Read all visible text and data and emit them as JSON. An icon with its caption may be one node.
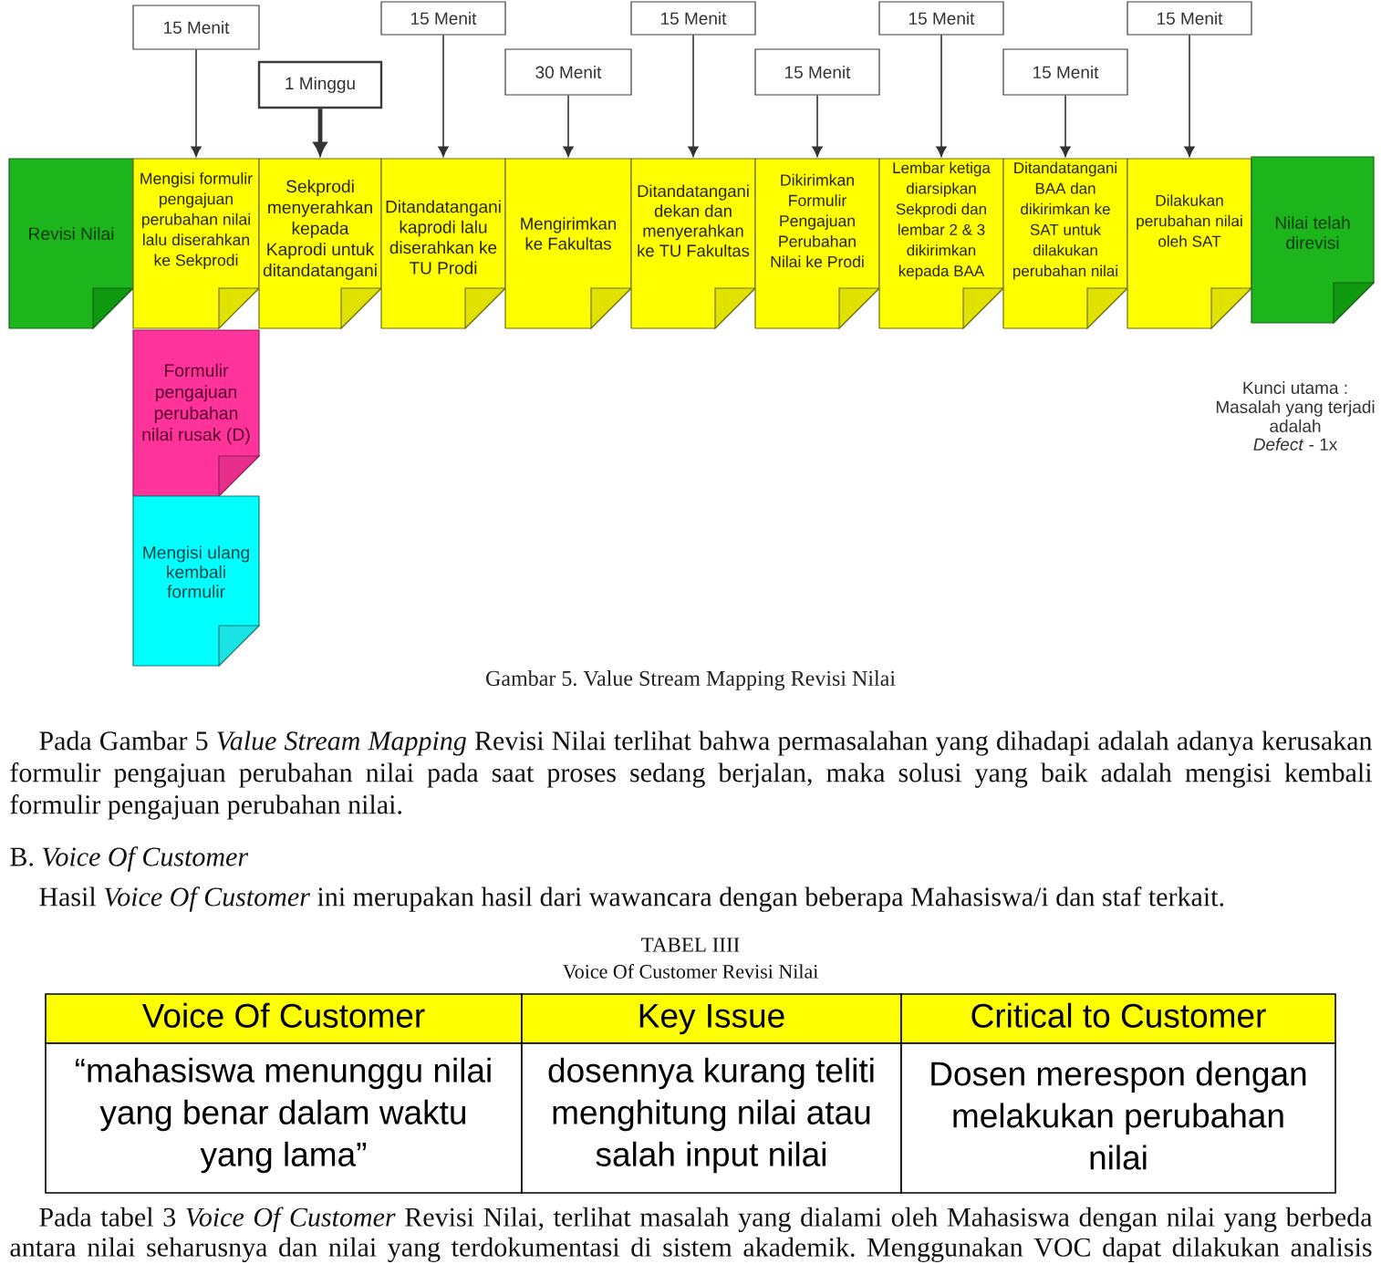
{
  "diagram": {
    "caption": "Gambar 5. Value Stream Mapping Revisi Nilai",
    "nodes": [
      {
        "text": [
          "15 Menit"
        ]
      },
      {
        "text": [
          "1 Minggu"
        ]
      },
      {
        "text": [
          "15 Menit"
        ]
      },
      {
        "text": [
          "30 Menit"
        ]
      },
      {
        "text": [
          "15 Menit"
        ]
      },
      {
        "text": [
          "15 Menit"
        ]
      },
      {
        "text": [
          "15 Menit"
        ]
      },
      {
        "text": [
          "15 Menit"
        ]
      },
      {
        "text": [
          "15 Menit"
        ]
      },
      {
        "text": [
          "Revisi Nilai"
        ]
      },
      {
        "text": [
          "Mengisi formulir pengajuan perubahan nilai lalu diserahkan ke Sekprodi"
        ]
      },
      {
        "text": [
          "Sekprodi menyerahkan kepada Kaprodi untuk ditandatangani"
        ]
      },
      {
        "text": [
          "Ditandatangani kaprodi lalu diserahkan ke TU Prodi"
        ]
      },
      {
        "text": [
          "Mengirimkan ke Fakultas"
        ]
      },
      {
        "text": [
          "Ditandatangani dekan dan menyerahkan ke TU Fakultas"
        ]
      },
      {
        "text": [
          "Dikirimkan Formulir Pengajuan Perubahan Nilai ke Prodi"
        ]
      },
      {
        "text": [
          "Lembar ketiga diarsipkan Sekprodi dan lembar 2 & 3 dikirimkan kepada BAA"
        ]
      },
      {
        "text": [
          "Ditandatangani BAA dan dikirimkan ke SAT untuk dilakukan perubahan nilai"
        ]
      },
      {
        "text": [
          "Dilakukan perubahan nilai oleh SAT"
        ]
      },
      {
        "text": [
          "Nilai telah direvisi"
        ]
      },
      {
        "text": [
          "Formulir pengajuan perubahan nilai rusak (D)"
        ]
      },
      {
        "text": [
          "Mengisi ulang kembali formulir"
        ]
      }
    ],
    "edges": [
      {
        "from": 0,
        "to": 10,
        "arrow": "to"
      },
      {
        "from": 1,
        "to": 11,
        "arrow": "to",
        "style": "thick"
      },
      {
        "from": 2,
        "to": 12,
        "arrow": "to"
      },
      {
        "from": 3,
        "to": 13,
        "arrow": "to"
      },
      {
        "from": 4,
        "to": 14,
        "arrow": "to"
      },
      {
        "from": 5,
        "to": 15,
        "arrow": "to"
      },
      {
        "from": 6,
        "to": 16,
        "arrow": "to"
      },
      {
        "from": 7,
        "to": 17,
        "arrow": "to"
      },
      {
        "from": 8,
        "to": 18,
        "arrow": "to"
      }
    ],
    "labels": [
      "Kunci utama : Masalah yang terjadi adalah",
      "*Defect* - 1x",
      "Pada Gambar 5 *Value Stream Mapping* Revisi Nilai terlihat bahwa permasalahan yang dihadapi adalah adanya kerusakan formulir pengajuan perubahan nilai pada saat proses sedang berjalan, maka solusi yang baik adalah mengisi kembali formulir pengajuan perubahan nilai.",
      "B. *Voice Of Customer*",
      "Hasil *Voice Of Customer* ini merupakan hasil dari wawancara dengan beberapa Mahasiswa/i dan staf terkait.",
      "TABEL IIII",
      "Voice Of Customer Revisi Nilai",
      "Voice Of Customer",
      "Key Issue",
      "Critical to Customer",
      "“mahasiswa menunggu nilai yang benar dalam waktu yang lama”",
      "dosennya kurang teliti menghitung nilai atau salah input nilai",
      "Dosen merespon dengan melakukan perubahan nilai",
      "Pada tabel 3 *Voice Of Customer* Revisi Nilai, terlihat masalah yang dialami oleh Mahasiswa dengan nilai yang berbeda antara nilai seharusnya dan nilai yang terdokumentasi di sistem akademik. Menggunakan VOC dapat dilakukan analisis"
    ]
  }
}
